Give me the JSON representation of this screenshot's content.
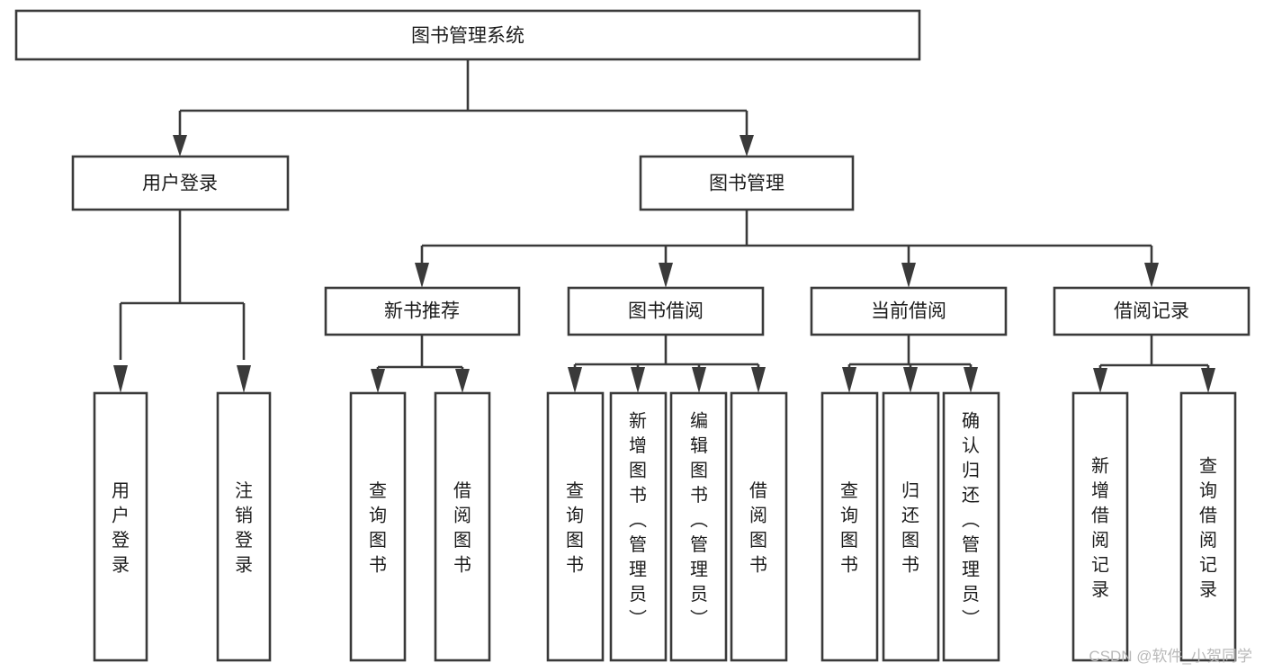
{
  "diagram": {
    "title": "图书管理系统",
    "type": "tree",
    "orientation": "top-down",
    "background_color": "#ffffff",
    "line_color": "#3a3a3a",
    "text_color": "#1c1c1c",
    "box_fill": "#ffffff"
  },
  "watermark": {
    "text": "CSDN @软件_小贺同学",
    "color": "#b9b9b9"
  },
  "nodes": {
    "root": {
      "label": "图书管理系统",
      "level": 0,
      "orientation": "horizontal"
    },
    "l1": [
      {
        "id": "user-login",
        "label": "用户登录",
        "orientation": "horizontal"
      },
      {
        "id": "book-manage",
        "label": "图书管理",
        "orientation": "horizontal"
      }
    ],
    "l2": [
      {
        "id": "new-book-recommend",
        "label": "新书推荐",
        "orientation": "horizontal",
        "parent": "book-manage"
      },
      {
        "id": "book-borrow",
        "label": "图书借阅",
        "orientation": "horizontal",
        "parent": "book-manage"
      },
      {
        "id": "current-borrow",
        "label": "当前借阅",
        "orientation": "horizontal",
        "parent": "book-manage"
      },
      {
        "id": "borrow-record",
        "label": "借阅记录",
        "orientation": "horizontal",
        "parent": "book-manage"
      }
    ],
    "leaves": [
      {
        "id": "leaf-user-login",
        "label": "用户登录",
        "orientation": "vertical",
        "parent": "user-login"
      },
      {
        "id": "leaf-user-logout",
        "label": "注销登录",
        "orientation": "vertical",
        "parent": "user-login"
      },
      {
        "id": "leaf-query-book-1",
        "label": "查询图书",
        "orientation": "vertical",
        "parent": "new-book-recommend"
      },
      {
        "id": "leaf-borrow-book-1",
        "label": "借阅图书",
        "orientation": "vertical",
        "parent": "new-book-recommend"
      },
      {
        "id": "leaf-query-book-2",
        "label": "查询图书",
        "orientation": "vertical",
        "parent": "book-borrow"
      },
      {
        "id": "leaf-add-book",
        "label": "新增图书（管理员）",
        "orientation": "vertical",
        "parent": "book-borrow"
      },
      {
        "id": "leaf-edit-book",
        "label": "编辑图书（管理员）",
        "orientation": "vertical",
        "parent": "book-borrow"
      },
      {
        "id": "leaf-borrow-book-2",
        "label": "借阅图书",
        "orientation": "vertical",
        "parent": "book-borrow"
      },
      {
        "id": "leaf-query-book-3",
        "label": "查询图书",
        "orientation": "vertical",
        "parent": "current-borrow"
      },
      {
        "id": "leaf-return-book",
        "label": "归还图书",
        "orientation": "vertical",
        "parent": "current-borrow"
      },
      {
        "id": "leaf-confirm-return",
        "label": "确认归还（管理员）",
        "orientation": "vertical",
        "parent": "current-borrow"
      },
      {
        "id": "leaf-add-record",
        "label": "新增借阅记录",
        "orientation": "vertical",
        "parent": "borrow-record"
      },
      {
        "id": "leaf-query-record",
        "label": "查询借阅记录",
        "orientation": "vertical",
        "parent": "borrow-record"
      }
    ]
  }
}
